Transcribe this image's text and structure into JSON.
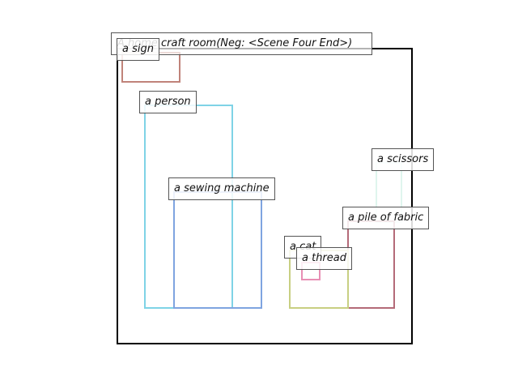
{
  "caption": "A home craft room(Neg: <Scene Four End>)",
  "objects": [
    {
      "label": "a sign",
      "color": "#c0837a"
    },
    {
      "label": "a person",
      "color": "#7fd3e6"
    },
    {
      "label": "a sewing machine",
      "color": "#7fa4e0"
    },
    {
      "label": "a scissors",
      "color": "#dff5ee"
    },
    {
      "label": "a pile of fabric",
      "color": "#b46a78"
    },
    {
      "label": "a cat",
      "color": "#c8cf82"
    },
    {
      "label": "a thread",
      "color": "#e88fb4"
    }
  ]
}
